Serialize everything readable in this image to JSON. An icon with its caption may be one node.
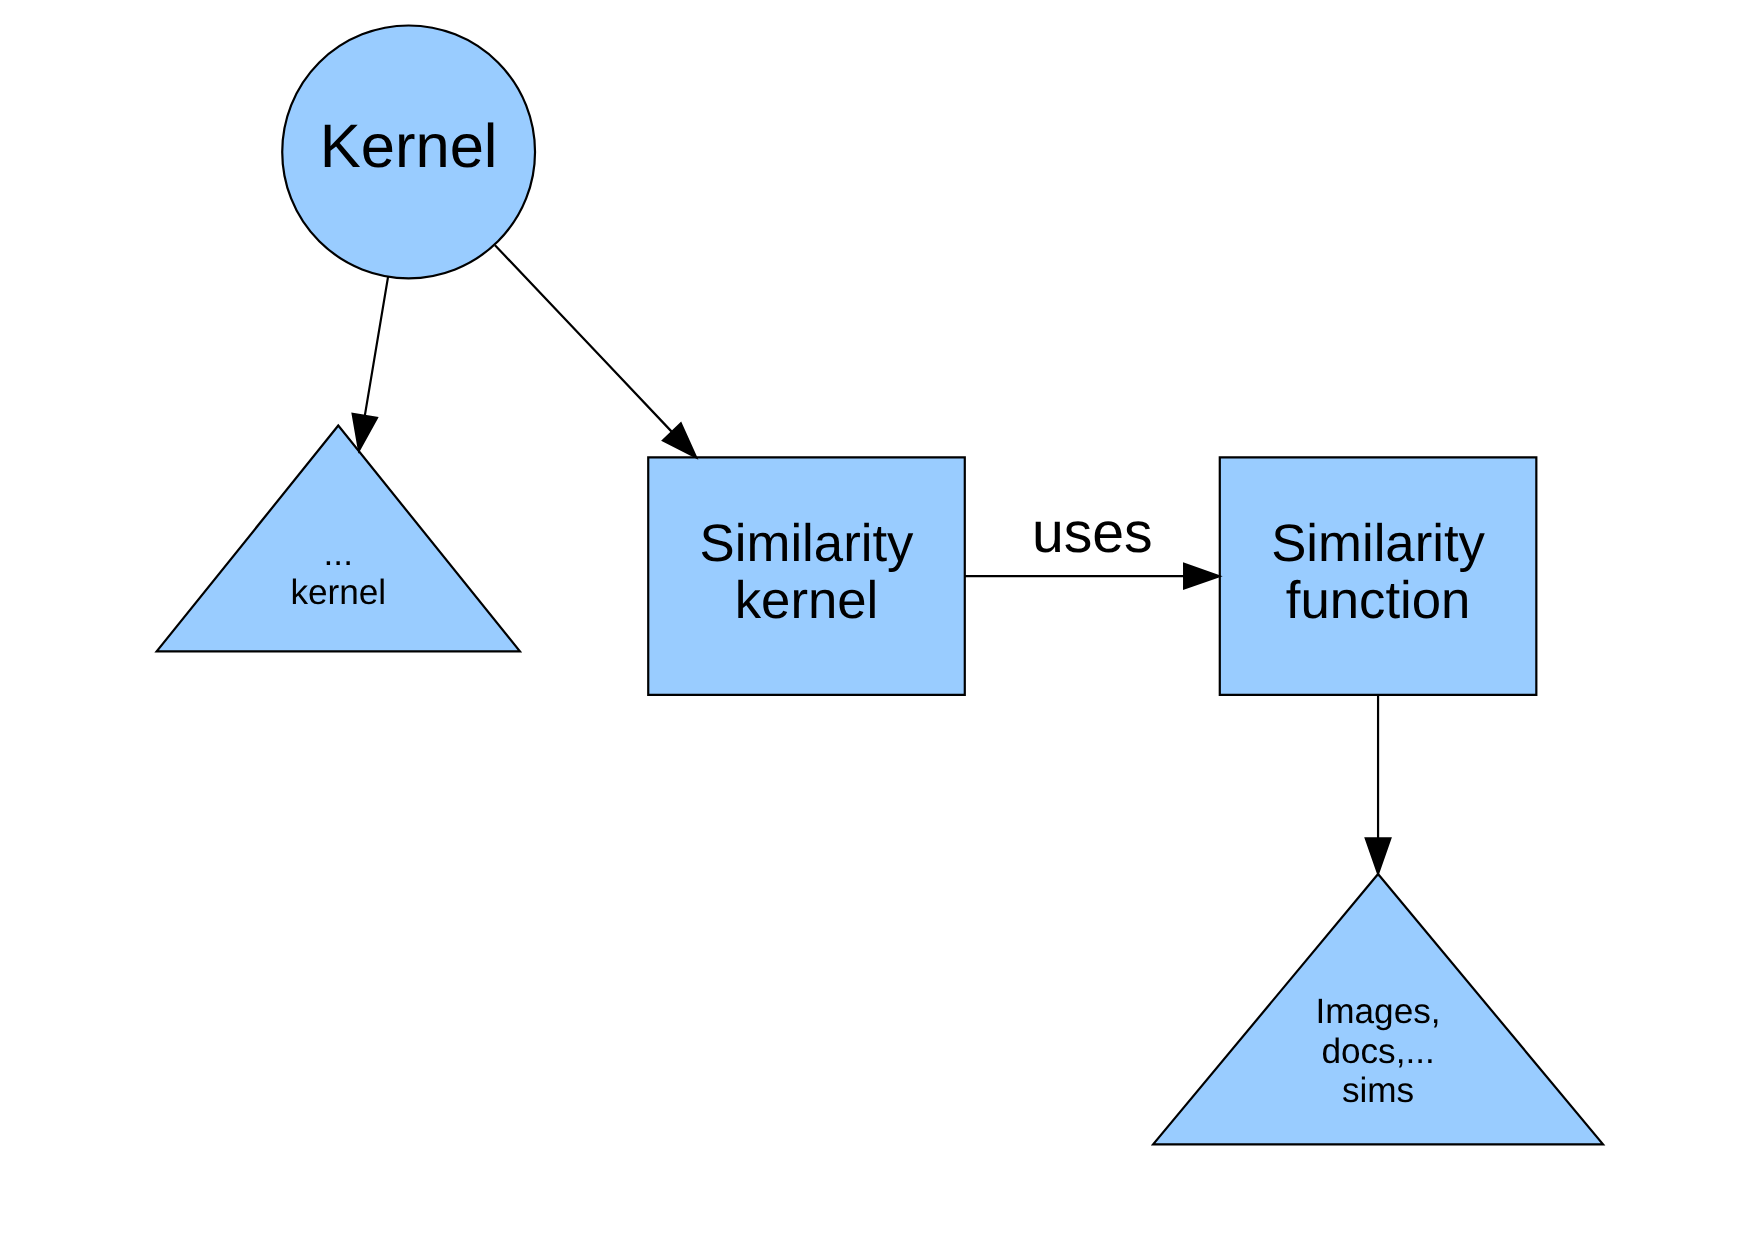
{
  "diagram": {
    "nodes": [
      {
        "text": [
          "Kernel"
        ]
      },
      {
        "text": [
          "... kernel"
        ]
      },
      {
        "text": [
          "Similarity kernel"
        ]
      },
      {
        "text": [
          "Similarity function"
        ]
      },
      {
        "text": [
          "Images, docs,... sims"
        ]
      }
    ],
    "edges": [
      {
        "from": 0,
        "to": 1,
        "arrow": "to"
      },
      {
        "from": 0,
        "to": 2,
        "arrow": "to"
      },
      {
        "from": 2,
        "to": 3,
        "label": "uses",
        "arrow": "to"
      },
      {
        "from": 3,
        "to": 4,
        "arrow": "to"
      }
    ]
  }
}
